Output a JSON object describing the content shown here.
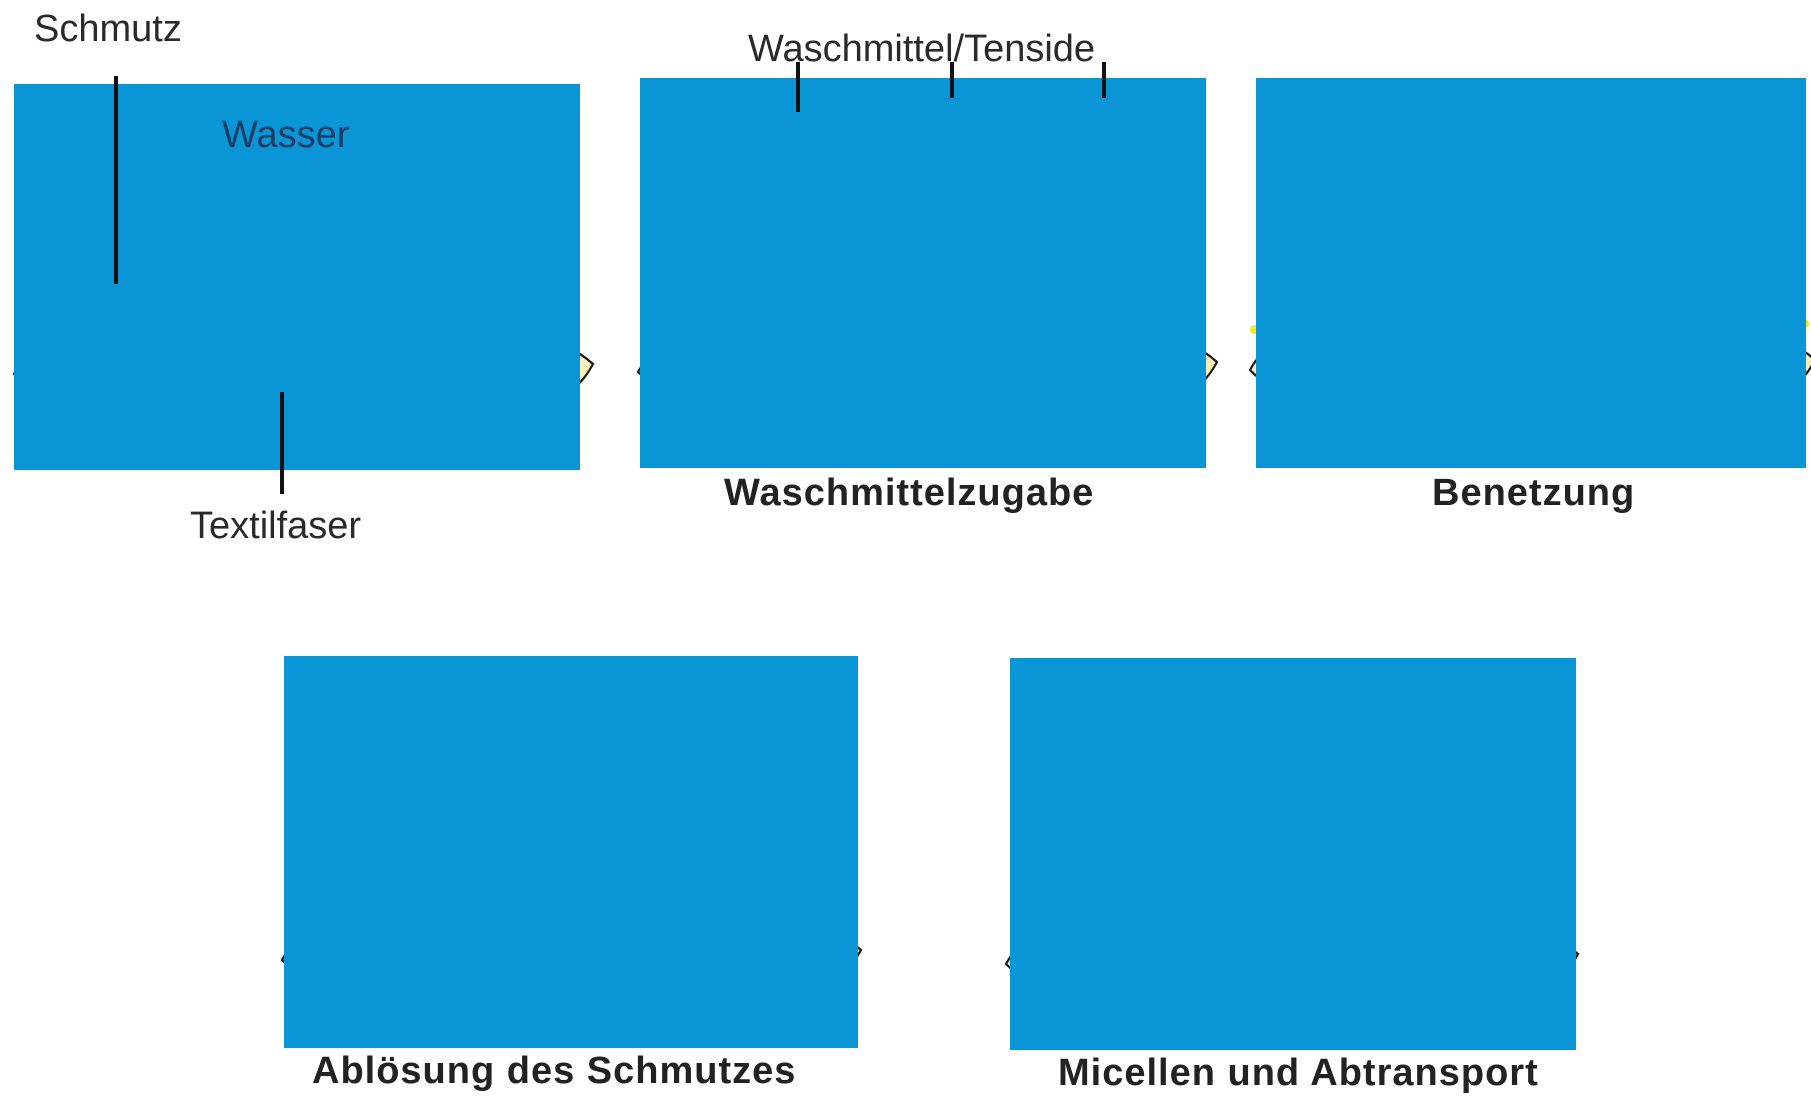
{
  "labels": {
    "dirt": "Schmutz",
    "water": "Wasser",
    "fiber": "Textilfaser",
    "surfactant": "Waschmittel/Tenside"
  },
  "captions": {
    "panel2": "Waschmittelzugabe",
    "panel3": "Benetzung",
    "panel4": "Ablösung des Schmutzes",
    "panel5": "Micellen und Abtransport"
  },
  "colors": {
    "water": "#0a95d6",
    "dirt": "#f3a77e",
    "dirt_stroke": "#b06a4a",
    "fiber": "#fbf0bb",
    "surfactant": "#f4e824",
    "label_text": "#222222"
  }
}
